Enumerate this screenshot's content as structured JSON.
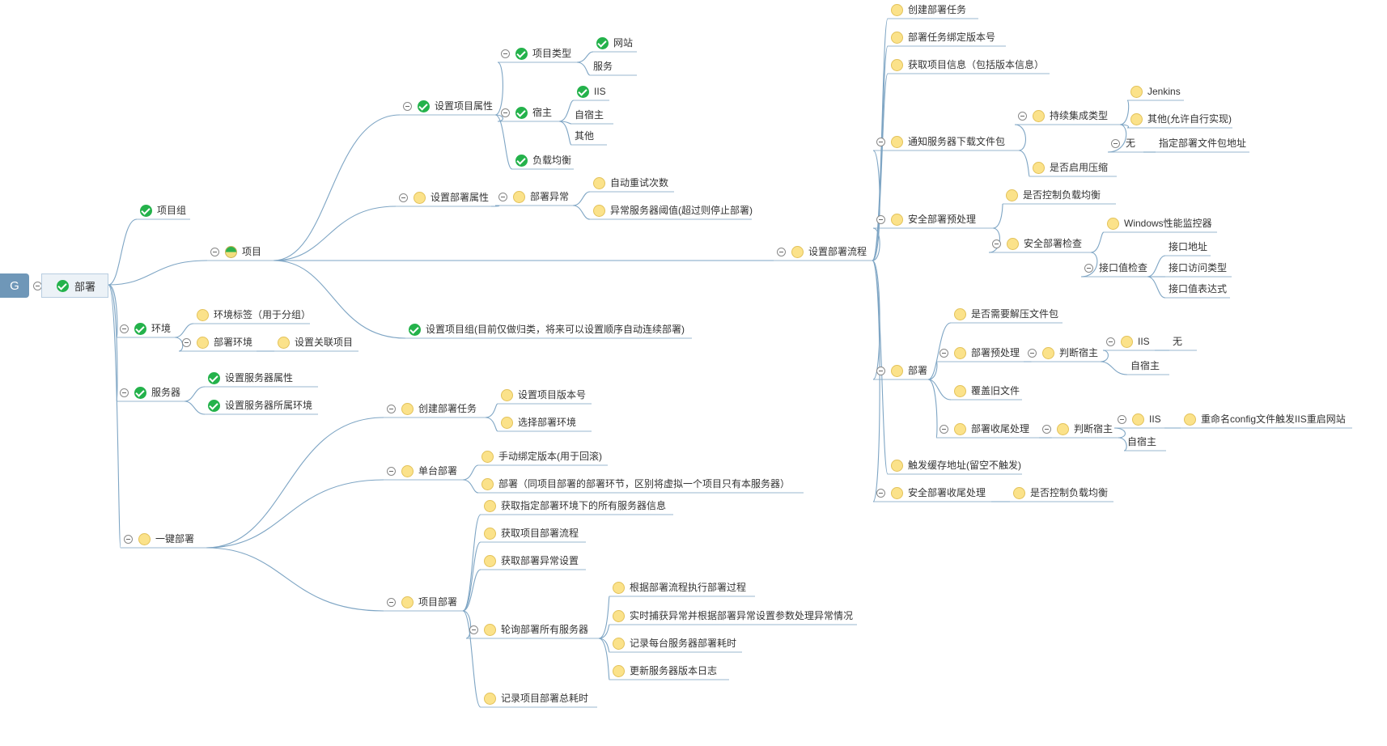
{
  "badge": "G",
  "root": "部署",
  "nodes": {
    "xmz": "项目组",
    "xm": "项目",
    "szxmsx": "设置项目属性",
    "xmlx": "项目类型",
    "wz": "网站",
    "fw": "服务",
    "sz": "宿主",
    "iis": "IIS",
    "zsz": "自宿主",
    "qt": "其他",
    "fzjh": "负载均衡",
    "szbssx": "设置部署属性",
    "bsyc": "部署异常",
    "zdcs": "自动重试次数",
    "ycyz": "异常服务器阈值(超过则停止部署)",
    "szlc": "设置部署流程",
    "szxmz": "设置项目组(目前仅做归类，将来可以设置顺序自动连续部署)",
    "hj": "环境",
    "hjbq": "环境标签（用于分组）",
    "bshj": "部署环境",
    "glxm": "设置关联项目",
    "fwq": "服务器",
    "fwqsx": "设置服务器属性",
    "fwqhj": "设置服务器所属环境",
    "yjbs": "一键部署",
    "cjrw": "创建部署任务",
    "szbbh": "设置项目版本号",
    "xzhj": "选择部署环境",
    "dtbs": "单台部署",
    "sdbd": "手动绑定版本(用于回滚)",
    "bs_d": "部署（同项目部署的部署环节，区别将虚拟一个项目只有本服务器）",
    "xmbs": "项目部署",
    "hqfwq": "获取指定部署环境下的所有服务器信息",
    "hqlc": "获取项目部署流程",
    "hqyc": "获取部署异常设置",
    "lxfwq": "轮询部署所有服务器",
    "zxgc": "根据部署流程执行部署过程",
    "bhyc": "实时捕获异常并根据部署异常设置参数处理异常情况",
    "jlhs": "记录每台服务器部署耗时",
    "gxrz": "更新服务器版本日志",
    "jlzhs": "记录项目部署总耗时",
    "r_cjrw": "创建部署任务",
    "r_bdbb": "部署任务绑定版本号",
    "r_hqxx": "获取项目信息（包括版本信息）",
    "r_tz": "通知服务器下载文件包",
    "r_cx": "持续集成类型",
    "r_jk": "Jenkins",
    "r_qt": "其他(允许自行实现)",
    "r_w": "无",
    "r_zd": "指定部署文件包地址",
    "r_ys": "是否启用压缩",
    "r_aqy": "安全部署预处理",
    "r_kzfz": "是否控制负载均衡",
    "r_aqjc": "安全部署检查",
    "r_win": "Windows性能监控器",
    "r_jkz": "接口值检查",
    "r_jkdz": "接口地址",
    "r_fwlx": "接口访问类型",
    "r_bds": "接口值表达式",
    "r_bs": "部署",
    "r_jy": "是否需要解压文件包",
    "r_yc": "部署预处理",
    "r_pdsz": "判断宿主",
    "r_iis1": "IIS",
    "r_wu": "无",
    "r_zsz1": "自宿主",
    "r_fg": "覆盖旧文件",
    "r_sw": "部署收尾处理",
    "r_pdsz2": "判断宿主",
    "r_iis2": "IIS",
    "r_cmm": "重命名config文件触发IIS重启网站",
    "r_zsz2": "自宿主",
    "r_cf": "触发缓存地址(留空不触发)",
    "r_aqsw": "安全部署收尾处理",
    "r_kzfz2": "是否控制负载均衡"
  },
  "colors": {
    "link": "#7ea5c4",
    "underline": "#9ab7cf",
    "done": "#24b24b",
    "todo": "#fbe28a",
    "root_bg": "#ecf2f7",
    "badge": "#6f97b8"
  }
}
